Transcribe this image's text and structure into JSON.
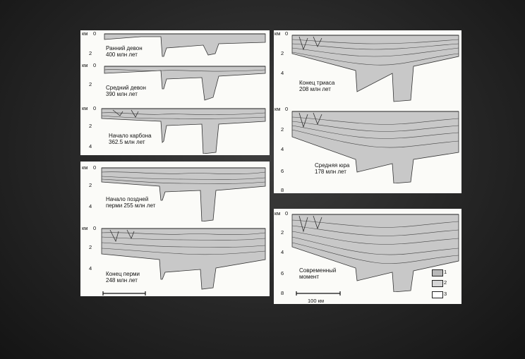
{
  "depth_unit": "км",
  "panels": [
    {
      "label": "Ранний девон\n400 млн лет",
      "ticks": [
        "0",
        "2"
      ]
    },
    {
      "label": "Средний девон\n390 млн лет",
      "ticks": [
        "0",
        "2"
      ]
    },
    {
      "label": "Начало карбона\n362.5 млн лет",
      "ticks": [
        "0",
        "2",
        "4"
      ]
    },
    {
      "label": "Начало поздней\nперми 255 млн лет",
      "ticks": [
        "0",
        "2",
        "4"
      ]
    },
    {
      "label": "Конец перми\n248 млн лет",
      "ticks": [
        "0",
        "2",
        "4"
      ]
    },
    {
      "label": "Конец триаса\n208 млн лет",
      "ticks": [
        "0",
        "2",
        "4"
      ]
    },
    {
      "label": "Средняя юра\n178 млн лет",
      "ticks": [
        "0",
        "2",
        "4",
        "6",
        "8"
      ]
    },
    {
      "label": "Современный\nмомент",
      "ticks": [
        "0",
        "2",
        "4",
        "6",
        "8"
      ]
    }
  ],
  "scale_bar_label": "100 км",
  "legend": [
    {
      "key": "1"
    },
    {
      "key": "2"
    },
    {
      "key": "3"
    }
  ]
}
